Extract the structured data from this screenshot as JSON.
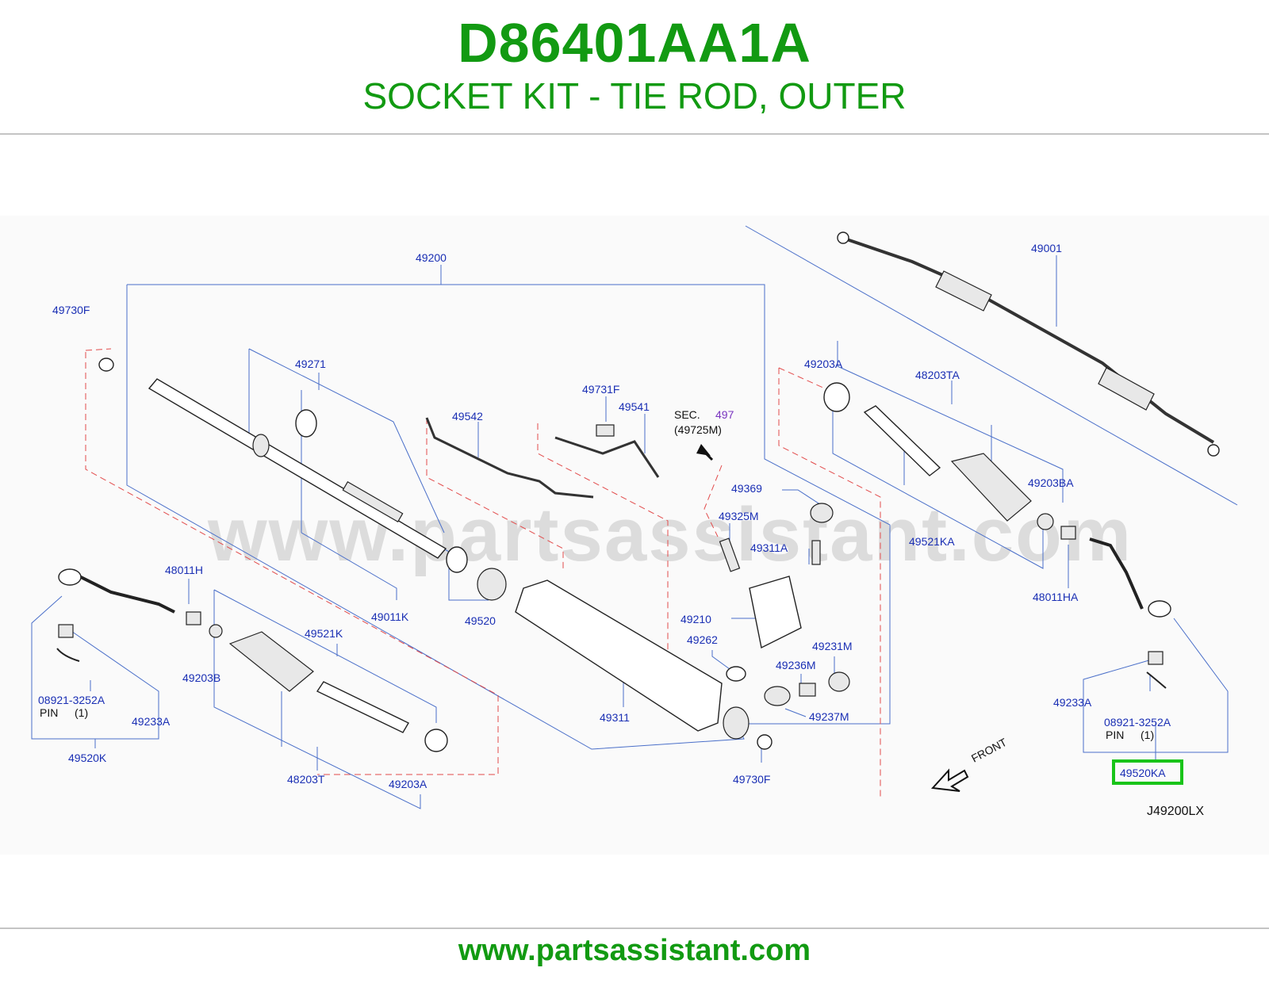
{
  "header": {
    "part_number": "D86401AA1A",
    "description": "SOCKET KIT - TIE ROD, OUTER"
  },
  "diagram": {
    "watermark": "www.partsassistant.com",
    "callouts": {
      "c49200": "49200",
      "c49730F_top": "49730F",
      "c49271": "49271",
      "c49542": "49542",
      "c49731F": "49731F",
      "c49541": "49541",
      "c49001": "49001",
      "c49203A_top": "49203A",
      "c48203TA": "48203TA",
      "c49203BA": "49203BA",
      "c49521KA": "49521KA",
      "c48011HA": "48011HA",
      "c49369": "49369",
      "c49325M": "49325M",
      "c49311A": "49311A",
      "c49210": "49210",
      "c49262": "49262",
      "c49231M": "49231M",
      "c49236M": "49236M",
      "c49237M": "49237M",
      "c49311": "49311",
      "c49730F_bottom": "49730F",
      "c48011H": "48011H",
      "c49521K": "49521K",
      "c49011K": "49011K",
      "c49520": "49520",
      "c49203B": "49203B",
      "c08921_left": "08921-3252A",
      "c49233A_left": "49233A",
      "c49520K": "49520K",
      "c48203T": "48203T",
      "c49203A_bottom": "49203A",
      "c49233A_right": "49233A",
      "c08921_right": "08921-3252A",
      "c49520KA": "49520KA"
    },
    "pin_left": "PIN",
    "pin_left_qty": "(1)",
    "pin_right": "PIN",
    "pin_right_qty": "(1)",
    "sec_label": "SEC.",
    "sec_number": "497",
    "sec_ref": "(49725M)",
    "front_label": "FRONT",
    "figure_code": "J49200LX",
    "highlighted_part": "49520KA",
    "colors": {
      "brand_green": "#129a12",
      "callout_blue": "#1a2fb4",
      "highlight_green": "#19c419",
      "leader_dashed_red": "#e24b4b"
    }
  },
  "footer": {
    "url": "www.partsassistant.com"
  }
}
